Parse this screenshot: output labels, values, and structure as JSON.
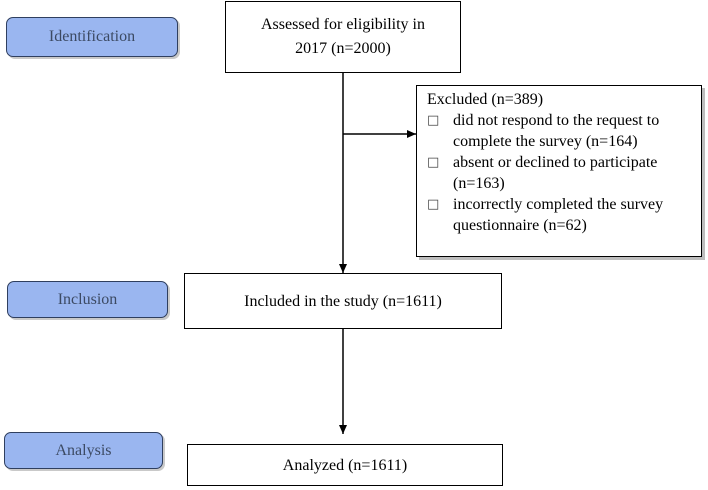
{
  "stages": {
    "identification": "Identification",
    "inclusion": "Inclusion",
    "analysis": "Analysis"
  },
  "boxes": {
    "assessed_line1": "Assessed for eligibility in",
    "assessed_line2": "2017 (n=2000)",
    "included": "Included in the study (n=1611)",
    "analyzed": "Analyzed (n=1611)"
  },
  "excluded": {
    "header": "Excluded (n=389)",
    "bullet_glyph": "□",
    "items": [
      "did not respond to the request to complete the survey (n=164)",
      "absent or declined to participate (n=163)",
      "incorrectly completed the survey questionnaire (n=62)"
    ]
  },
  "colors": {
    "stage_fill": "#9ab6f0",
    "stage_border": "#2f3f5f",
    "stage_text": "#3c4a63"
  }
}
